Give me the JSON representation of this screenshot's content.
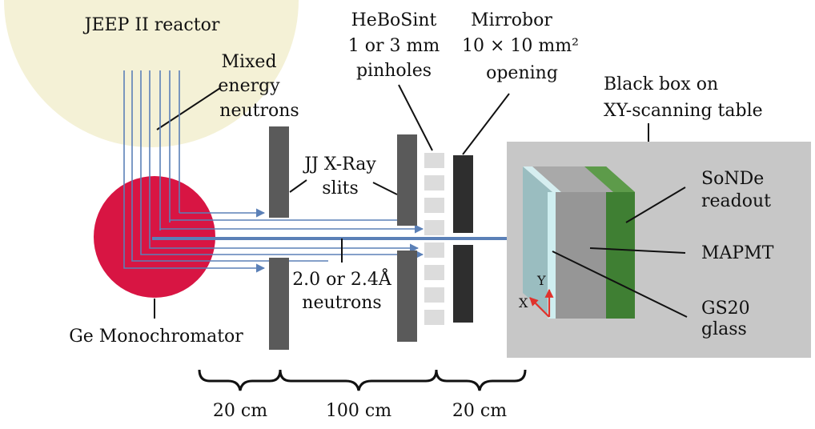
{
  "labels": {
    "reactor": "JEEP II reactor",
    "mixed_line1": "Mixed",
    "mixed_line2": "energy",
    "mixed_line3": "neutrons",
    "slits_line1": "JJ X-Ray",
    "slits_line2": "slits",
    "hebosint_line1": "HeBoSint",
    "hebosint_line2": "1 or 3 mm",
    "hebosint_line3": "pinholes",
    "mirrobor_line1": "Mirrobor",
    "mirrobor_line2": "10 × 10 mm²",
    "mirrobor_line3": "opening",
    "blackbox_line1": "Black box on",
    "blackbox_line2": "XY-scanning table",
    "sonde_line1": "SoNDe",
    "sonde_line2": "readout",
    "mapmt": "MAPMT",
    "gs20_line1": "GS20",
    "gs20_line2": "glass",
    "mono_neutrons_line1": "2.0 or 2.4Å",
    "mono_neutrons_line2": "neutrons",
    "monochromator": "Ge Monochromator",
    "axis_x": "X",
    "axis_y": "Y"
  },
  "distances": [
    "20 cm",
    "100 cm",
    "20 cm"
  ],
  "colors": {
    "reactor": "#f4f1d6",
    "monochromator": "#d81543",
    "beam": "#5b80b7",
    "slit": "#5a5a5a",
    "mirrobor": "#2e2e2e",
    "hebosint": "#dcdcdc",
    "blackbox": "#c7c7c7",
    "glass": "#9abdc0",
    "mapmt": "#969696",
    "sonde": "#3f7f33",
    "axis": "#e0322c"
  }
}
